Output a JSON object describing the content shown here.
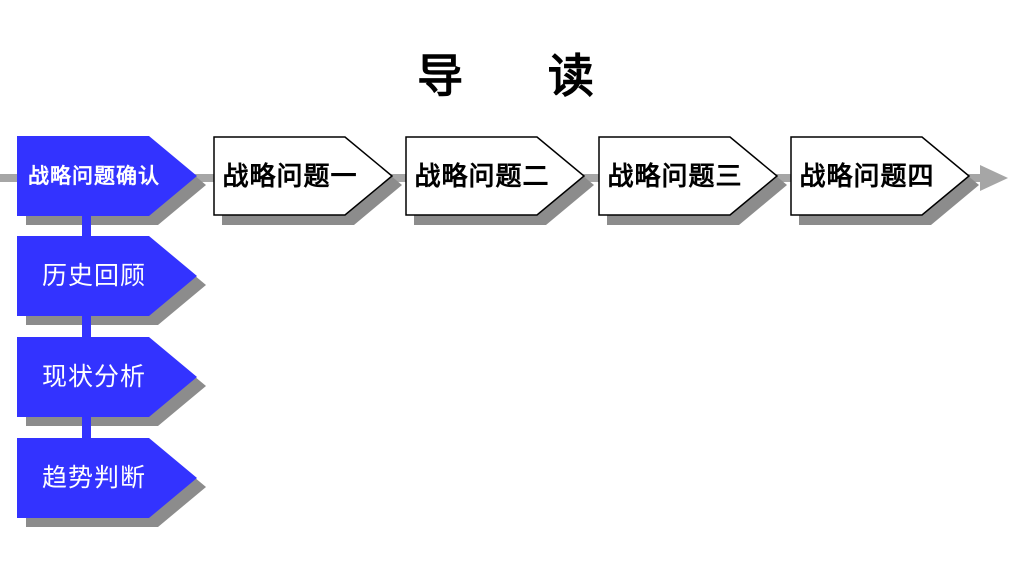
{
  "slide": {
    "title": "导 读",
    "colors": {
      "arrow_blue": "#3333ff",
      "shadow_gray": "#8c8c8c",
      "connector_gray": "#a6a6a6",
      "step_fill": "#ffffff",
      "step_border": "#000000"
    },
    "flow": {
      "main_step": {
        "label": "战略问题确认"
      },
      "steps": [
        {
          "label": "战略问题一"
        },
        {
          "label": "战略问题二"
        },
        {
          "label": "战略问题三"
        },
        {
          "label": "战略问题四"
        }
      ]
    },
    "sub_steps": [
      {
        "label": "历史回顾"
      },
      {
        "label": "现状分析"
      },
      {
        "label": "趋势判断"
      }
    ]
  }
}
